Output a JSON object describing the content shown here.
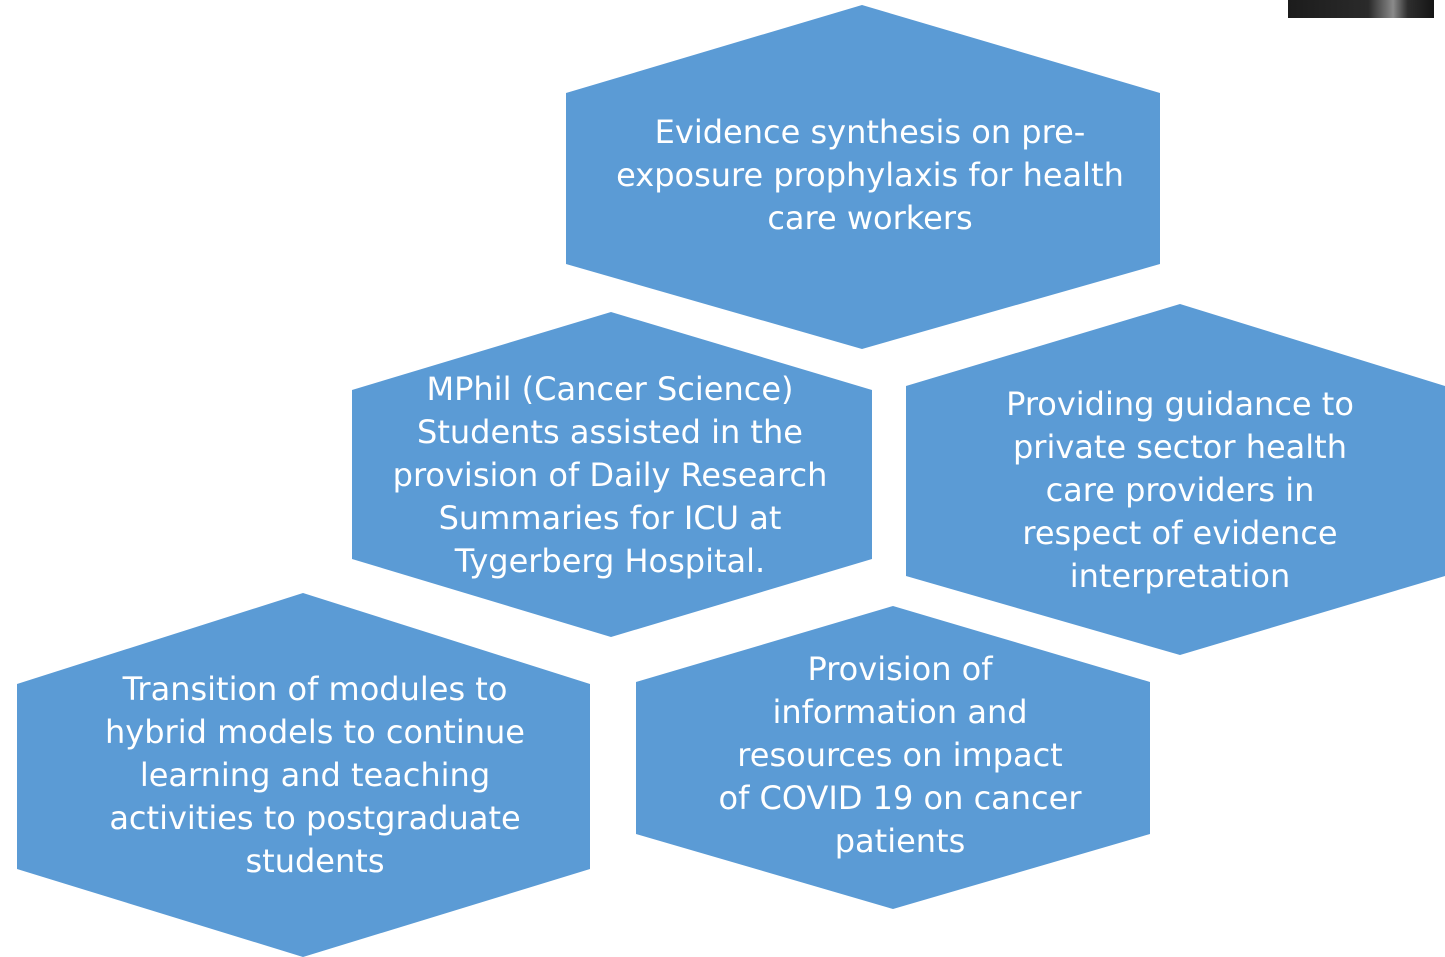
{
  "colors": {
    "hexagon_fill": "#5B9BD5",
    "text": "#FFFFFF",
    "background": "#FFFFFF"
  },
  "hexagons": [
    {
      "label": "Evidence synthesis on pre-\nexposure prophylaxis for health\ncare workers"
    },
    {
      "label": "MPhil (Cancer Science)\nStudents assisted in the\nprovision of Daily Research\nSummaries for ICU at\nTygerberg Hospital."
    },
    {
      "label": "Providing guidance to\nprivate sector health\ncare providers in\nrespect of evidence\ninterpretation"
    },
    {
      "label": "Transition of modules to\nhybrid models to continue\nlearning and teaching\nactivities to postgraduate\nstudents"
    },
    {
      "label": "Provision of\ninformation and\nresources on impact\nof COVID 19 on cancer\npatients"
    }
  ]
}
